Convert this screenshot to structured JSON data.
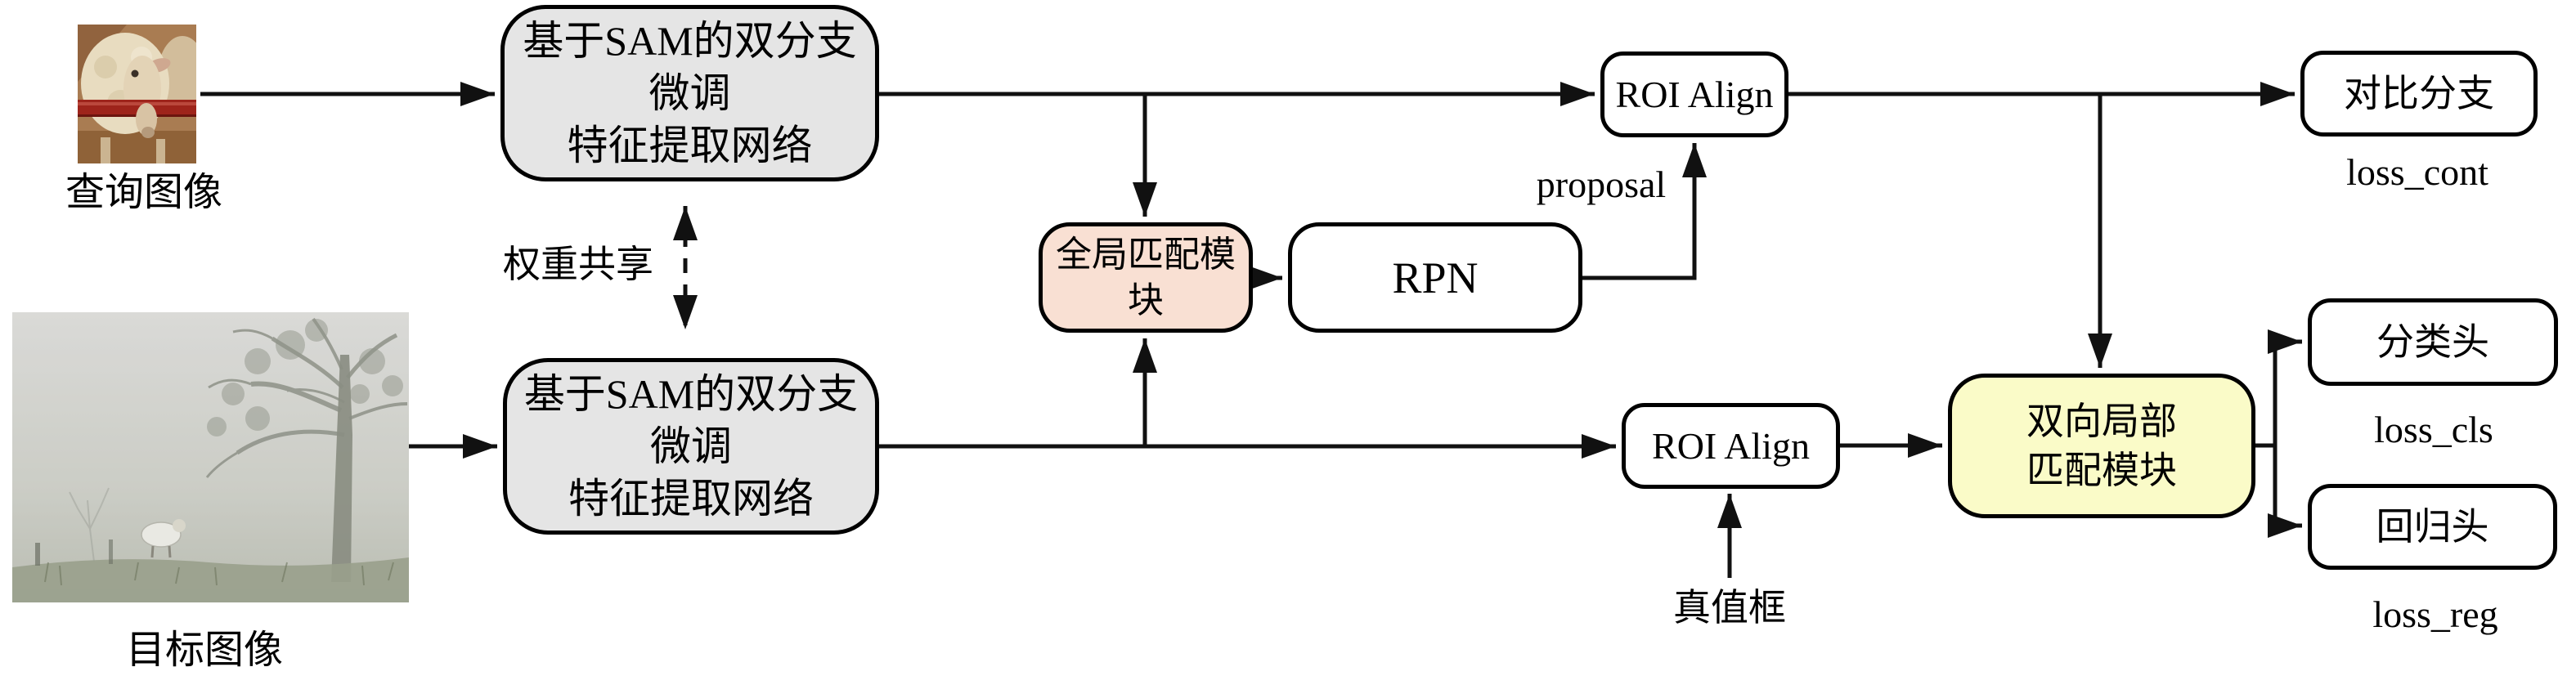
{
  "diagram_title": "SAM-based few-shot detection architecture diagram",
  "colors": {
    "box_gray": "#e5e5e5",
    "box_pink": "#f9e0d3",
    "box_yellow": "#fafbc8",
    "box_white": "#ffffff",
    "line": "#111111"
  },
  "nodes": {
    "backbone_top": {
      "line1": "基于SAM的双分支微调",
      "line2": "特征提取网络"
    },
    "backbone_bottom": {
      "line1": "基于SAM的双分支微调",
      "line2": "特征提取网络"
    },
    "global_match": {
      "label": "全局匹配模块"
    },
    "rpn": {
      "label": "RPN"
    },
    "roi_align_top": {
      "label": "ROI Align"
    },
    "roi_align_bottom": {
      "label": "ROI Align"
    },
    "contrast_branch": {
      "label": "对比分支"
    },
    "local_match": {
      "line1": "双向局部",
      "line2": "匹配模块"
    },
    "cls_head": {
      "label": "分类头"
    },
    "reg_head": {
      "label": "回归头"
    }
  },
  "labels": {
    "query_image": "查询图像",
    "target_image": "目标图像",
    "weight_share": "权重共享",
    "proposal": "proposal",
    "gt_box": "真值框",
    "loss_cont": "loss_cont",
    "loss_cls": "loss_cls",
    "loss_reg": "loss_reg"
  }
}
